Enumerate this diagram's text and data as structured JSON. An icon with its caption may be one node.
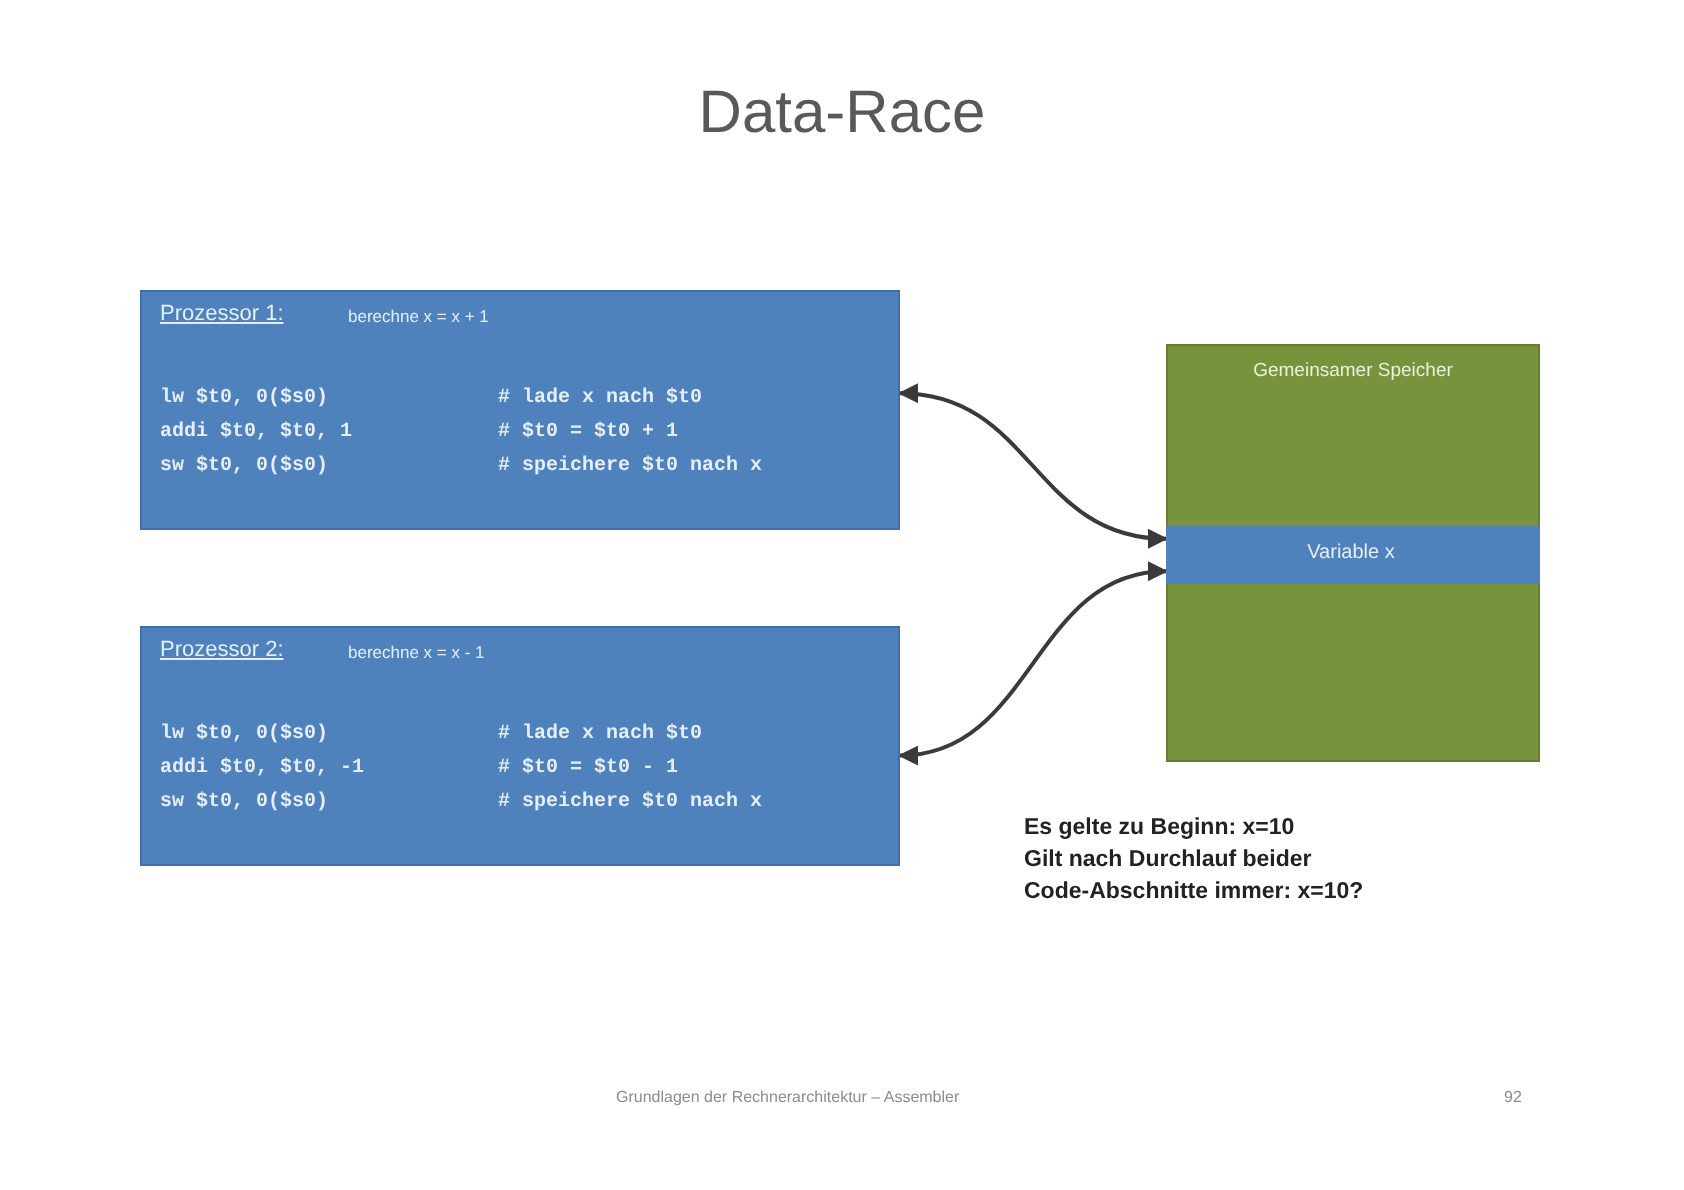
{
  "diagram": {
    "title": "Data-Race",
    "nodes": [
      {
        "text": [
          "Prozessor 1:",
          "berechne x = x + 1",
          "lw $t0, 0($s0)",
          "# lade x nach $t0",
          "addi $t0, $t0, 1",
          "# $t0 = $t0 + 1",
          "sw $t0, 0($s0)",
          "# speichere $t0 nach x"
        ]
      },
      {
        "text": [
          "Prozessor 2:",
          "berechne x = x - 1",
          "lw $t0, 0($s0)",
          "# lade x nach $t0",
          "addi $t0, $t0, -1",
          "# $t0 = $t0 - 1",
          "sw $t0, 0($s0)",
          "# speichere $t0 nach x"
        ]
      },
      {
        "text": [
          "Gemeinsamer Speicher"
        ]
      },
      {
        "text": [
          "Variable x"
        ],
        "in": 2
      }
    ],
    "edges": [
      {
        "from": 0,
        "to": 3,
        "arrow": "both"
      },
      {
        "from": 1,
        "to": 3,
        "arrow": "both"
      }
    ],
    "labels": [
      "Es gelte zu Beginn: x=10",
      "Gilt nach Durchlauf beider",
      "Code-Abschnitte immer: x=10?",
      "Grundlagen der Rechnerarchitektur ‒ Assembler",
      "92"
    ]
  }
}
